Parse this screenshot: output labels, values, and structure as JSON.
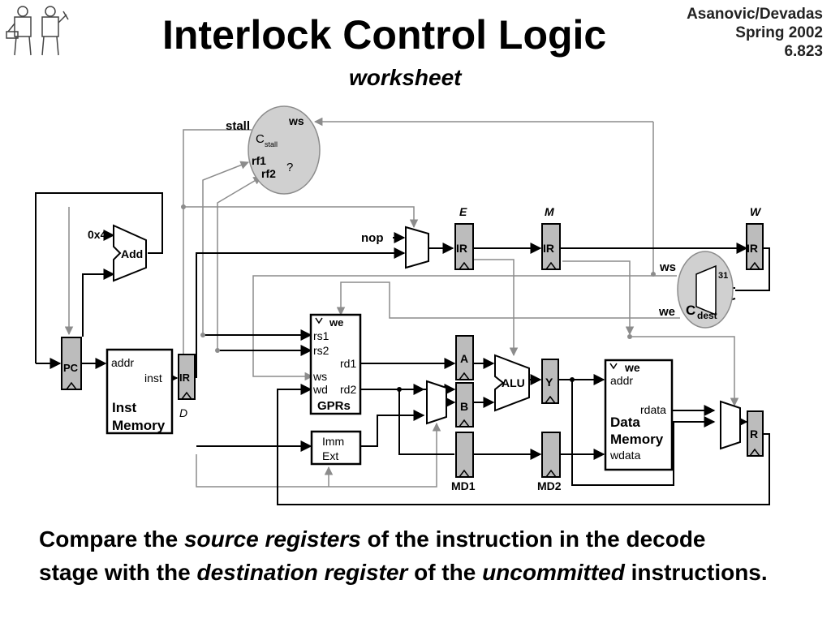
{
  "header": {
    "title": "Interlock Control Logic",
    "subtitle": "worksheet",
    "credit_line1": "Asanovic/Devadas",
    "credit_line2": "Spring 2002",
    "credit_line3": "6.823"
  },
  "diagram": {
    "cstall": {
      "label": "C",
      "sub": "stall",
      "ws": "ws",
      "rf1": "rf1",
      "rf2": "rf2",
      "question": "?",
      "stall": "stall"
    },
    "cdest": {
      "label": "C",
      "sub": "dest",
      "ws": "ws",
      "we": "we",
      "reg31": "31"
    },
    "adder": {
      "label": "Add",
      "const": "0x4"
    },
    "pc": "PC",
    "inst_memory": {
      "addr": "addr",
      "inst": "inst",
      "name1": "Inst",
      "name2": "Memory"
    },
    "ir": "IR",
    "stage_d": "D",
    "stage_e": "E",
    "stage_m": "M",
    "stage_w": "W",
    "nop": "nop",
    "gprs": {
      "we": "we",
      "rs1": "rs1",
      "rs2": "rs2",
      "rd1": "rd1",
      "ws": "ws",
      "wd": "wd",
      "rd2": "rd2",
      "name": "GPRs"
    },
    "imm_ext": {
      "line1": "Imm",
      "line2": "Ext"
    },
    "reg_a": "A",
    "reg_b": "B",
    "alu": "ALU",
    "reg_y": "Y",
    "md1": "MD1",
    "md2": "MD2",
    "reg_r": "R",
    "data_memory": {
      "we": "we",
      "addr": "addr",
      "rdata": "rdata",
      "name1": "Data",
      "name2": "Memory",
      "wdata": "wdata"
    }
  },
  "caption": {
    "p1": "Compare the ",
    "e1": "source registers",
    "p2": " of the instruction in the decode stage with the ",
    "e2": "destination register",
    "p3": " of the ",
    "e3": "uncommitted",
    "p4": " instructions."
  },
  "colors": {
    "black": "#000000",
    "gray": "#8c8c8c",
    "bubble": "#d0d0d0",
    "register_fill": "#bcbcbc"
  }
}
